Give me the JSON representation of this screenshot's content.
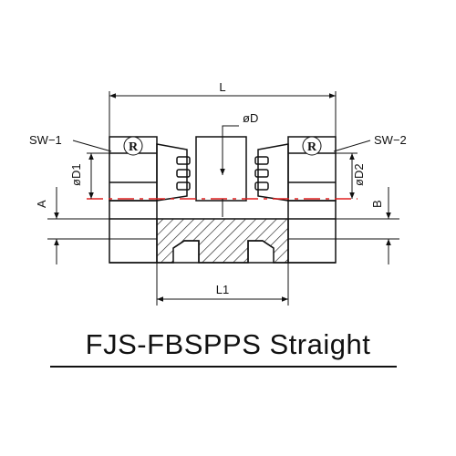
{
  "title": "FJS-FBSPPS Straight",
  "dimensions": {
    "L": "L",
    "L1": "L1",
    "D": "øD",
    "D1": "øD1",
    "D2": "øD2",
    "A": "A",
    "B": "B",
    "SW1": "SW−1",
    "SW2": "SW−2"
  },
  "logo_letter": "R",
  "colors": {
    "line": "#111111",
    "centerline": "#e02020"
  }
}
